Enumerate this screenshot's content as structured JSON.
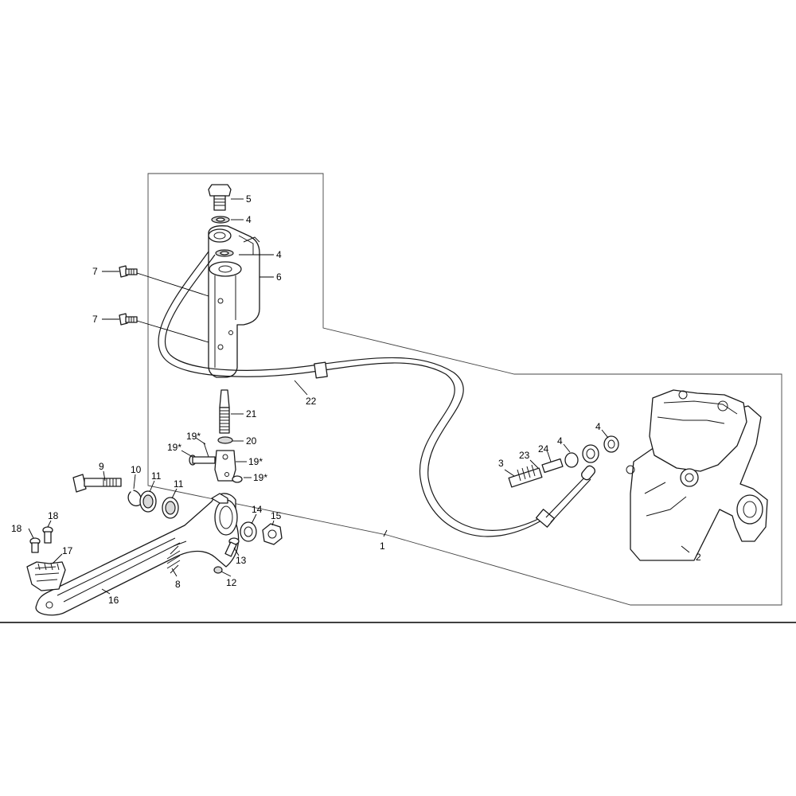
{
  "diagram": {
    "callouts": {
      "c1": "1",
      "c2": "2",
      "c3": "3",
      "c4a": "4",
      "c4b": "4",
      "c4c": "4",
      "c4d": "4",
      "c5": "5",
      "c6": "6",
      "c7a": "7",
      "c7b": "7",
      "c8": "8",
      "c9": "9",
      "c10": "10",
      "c11a": "11",
      "c11b": "11",
      "c12": "12",
      "c13": "13",
      "c14": "14",
      "c15": "15",
      "c16": "16",
      "c17": "17",
      "c18a": "18",
      "c18b": "18",
      "c19a": "19*",
      "c19b": "19*",
      "c19c": "19*",
      "c19d": "19*",
      "c20": "20",
      "c21": "21",
      "c22": "22",
      "c23": "23",
      "c24": "24"
    }
  }
}
